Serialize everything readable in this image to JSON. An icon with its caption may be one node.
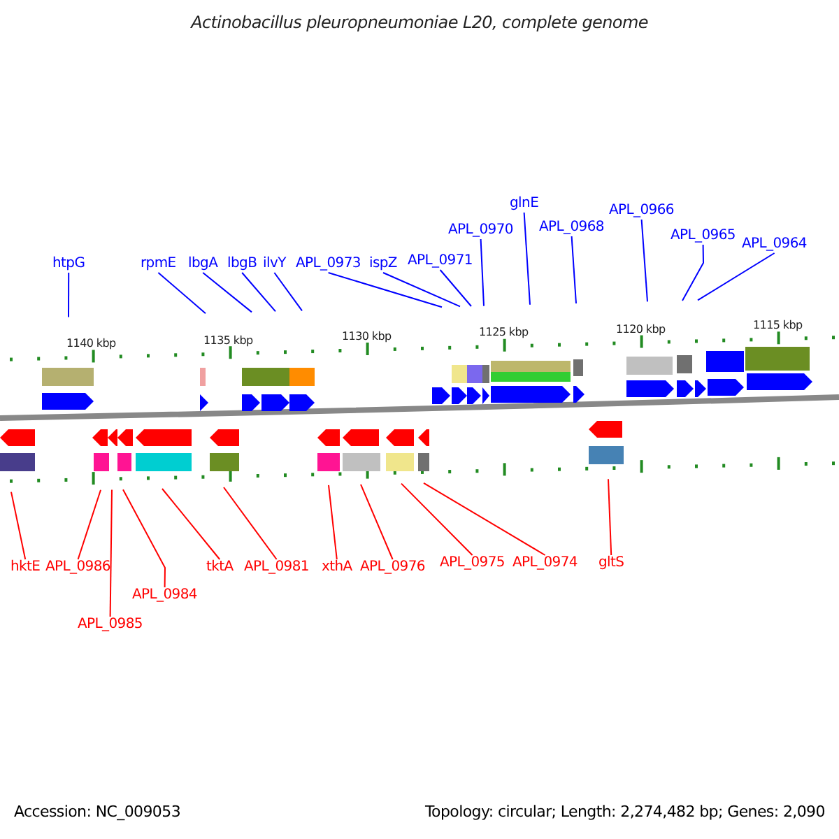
{
  "diagram": {
    "title": "Actinobacillus pleuropneumoniae L20, complete genome",
    "nodes": [
      {
        "text": [
          "htpG"
        ]
      },
      {
        "text": [
          "rpmE"
        ]
      },
      {
        "text": [
          "lbgA"
        ]
      },
      {
        "text": [
          "lbgB"
        ]
      },
      {
        "text": [
          "ilvY"
        ]
      },
      {
        "text": [
          "APL_0973"
        ]
      },
      {
        "text": [
          "ispZ"
        ]
      },
      {
        "text": [
          "APL_0971"
        ]
      },
      {
        "text": [
          "APL_0970"
        ]
      },
      {
        "text": [
          "glnE"
        ]
      },
      {
        "text": [
          "APL_0968"
        ]
      },
      {
        "text": [
          "APL_0966"
        ]
      },
      {
        "text": [
          "APL_0965"
        ]
      },
      {
        "text": [
          "APL_0964"
        ]
      },
      {
        "text": [
          "hktE"
        ]
      },
      {
        "text": [
          "APL_0986"
        ]
      },
      {
        "text": [
          "APL_0985"
        ]
      },
      {
        "text": [
          "APL_0984"
        ]
      },
      {
        "text": [
          "tktA"
        ]
      },
      {
        "text": [
          "APL_0981"
        ]
      },
      {
        "text": [
          "xthA"
        ]
      },
      {
        "text": [
          "APL_0976"
        ]
      },
      {
        "text": [
          "APL_0975"
        ]
      },
      {
        "text": [
          "APL_0974"
        ]
      },
      {
        "text": [
          "gltS"
        ]
      }
    ],
    "edges": [
      {
        "from": 0,
        "to": null,
        "arrow": "none"
      },
      {
        "from": 1,
        "to": null,
        "arrow": "none"
      },
      {
        "from": 2,
        "to": null,
        "arrow": "none"
      },
      {
        "from": 3,
        "to": null,
        "arrow": "none"
      },
      {
        "from": 4,
        "to": null,
        "arrow": "none"
      },
      {
        "from": 5,
        "to": null,
        "arrow": "none"
      },
      {
        "from": 6,
        "to": null,
        "arrow": "none"
      },
      {
        "from": 7,
        "to": null,
        "arrow": "none"
      },
      {
        "from": 8,
        "to": null,
        "arrow": "none"
      },
      {
        "from": 9,
        "to": null,
        "arrow": "none"
      },
      {
        "from": 10,
        "to": null,
        "arrow": "none"
      },
      {
        "from": 11,
        "to": null,
        "arrow": "none"
      },
      {
        "from": 12,
        "to": null,
        "arrow": "none"
      },
      {
        "from": 13,
        "to": null,
        "arrow": "none"
      },
      {
        "from": 14,
        "to": null,
        "arrow": "none",
        "color": "#ff0000"
      },
      {
        "from": 15,
        "to": null,
        "arrow": "none",
        "color": "#ff0000"
      },
      {
        "from": 16,
        "to": null,
        "arrow": "none",
        "color": "#ff0000"
      },
      {
        "from": 17,
        "to": null,
        "arrow": "none",
        "color": "#ff0000"
      },
      {
        "from": 18,
        "to": null,
        "arrow": "none",
        "color": "#ff0000"
      },
      {
        "from": 19,
        "to": null,
        "arrow": "none",
        "color": "#ff0000"
      },
      {
        "from": 20,
        "to": null,
        "arrow": "none",
        "color": "#ff0000"
      },
      {
        "from": 21,
        "to": null,
        "arrow": "none",
        "color": "#ff0000"
      },
      {
        "from": 22,
        "to": null,
        "arrow": "none",
        "color": "#ff0000"
      },
      {
        "from": 23,
        "to": null,
        "arrow": "none",
        "color": "#ff0000"
      },
      {
        "from": 24,
        "to": null,
        "arrow": "none",
        "color": "#ff0000"
      }
    ],
    "labels": [
      "1140 kbp",
      "1135 kbp",
      "1130 kbp",
      "1125 kbp",
      "1120 kbp",
      "1115 kbp",
      "Accession: NC_009053",
      "Topology: circular; Length: 2,274,482 bp; Genes: 2,090"
    ]
  }
}
